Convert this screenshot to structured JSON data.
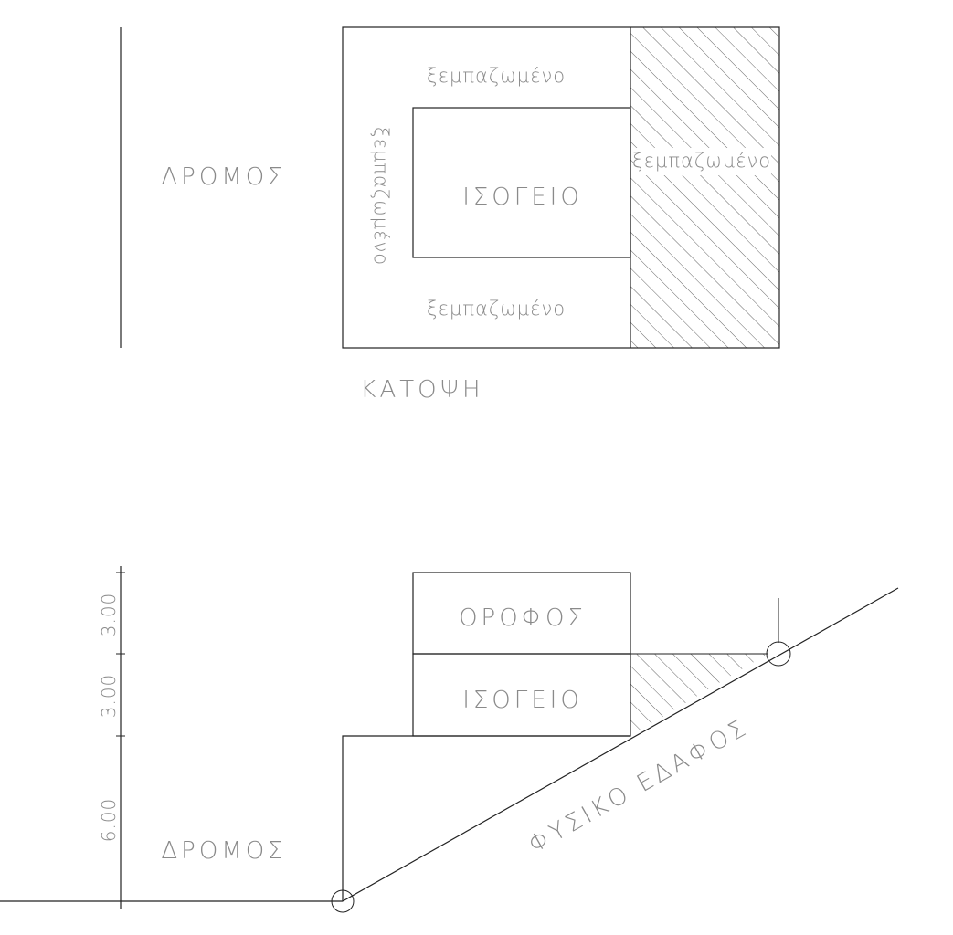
{
  "plan": {
    "road_label": "ΔΡΟΜΟΣ",
    "excavated_top": "ξεμπαζωμένο",
    "excavated_left": "ξεμπαζωμένο",
    "excavated_right": "ξεμπαζωμένο",
    "excavated_bottom": "ξεμπαζωμένο",
    "ground_floor": "ΙΣΟΓΕΙΟ",
    "view_title": "ΚΑΤΟΨΗ"
  },
  "section": {
    "road_label": "ΔΡΟΜΟΣ",
    "upper_floor": "ΟΡΟΦΟΣ",
    "ground_floor": "ΙΣΟΓΕΙΟ",
    "natural_ground": "ΦΥΣΙΚΟ ΕΔΑΦΟΣ",
    "dimensions": [
      "3.00",
      "3.00",
      "6.00"
    ]
  }
}
